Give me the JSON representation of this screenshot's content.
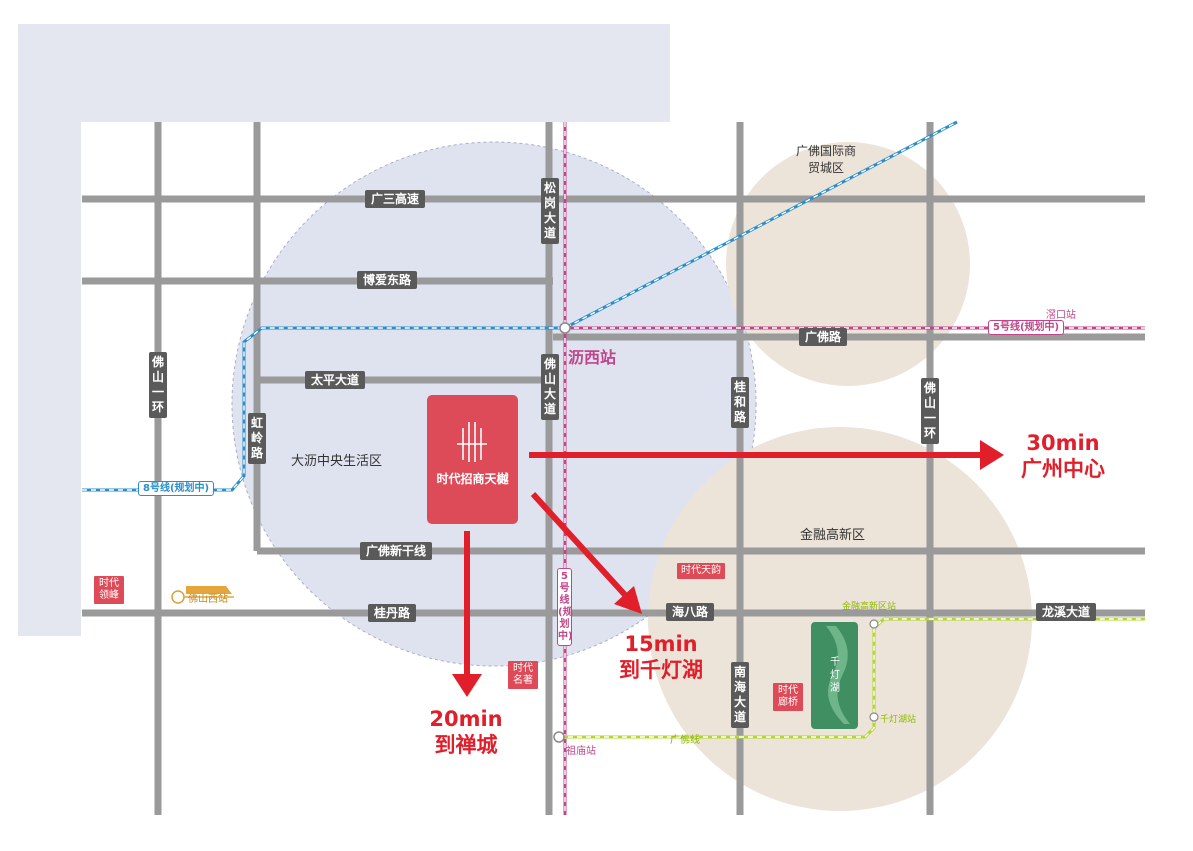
{
  "roads": {
    "guangsan": "广三高速",
    "boai": "博爱东路",
    "taiping": "太平大道",
    "guangfo": "广佛路",
    "guangfo_xin": "广佛新干线",
    "guidan": "桂丹路",
    "haiba": "海八路",
    "longxi": "龙溪大道",
    "songgang": "松岗大道",
    "foshan_dadao": "佛山大道",
    "foshan_yihuan_w": "佛山一环",
    "foshan_yihuan_e": "佛山一环",
    "hongling": "虹岭路",
    "guihe": "桂和路",
    "nanhai": "南海大道"
  },
  "metro": {
    "line8": "8号线(规划中)",
    "line5_e": "5号线(规划中)",
    "line5_s": "5号线(规划中)",
    "guangfo_line": "广佛线",
    "station_lixi": "沥西站",
    "station_kou": "滘口站",
    "station_foshanxi": "佛山西站",
    "station_zumiao": "祖庙站",
    "station_jinrong": "金融高新区站",
    "station_qiandenghu": "千灯湖站"
  },
  "areas": {
    "dali": "大沥中央生活区",
    "guoji": "广佛国际商贸城区",
    "jinrong": "金融高新区",
    "lake": "千灯湖"
  },
  "tags": {
    "lingfeng": "时代领峰",
    "mingzhu": "时代名著",
    "tianyue": "时代天韵",
    "langqiao": "时代廊桥"
  },
  "project": {
    "name": "时代招商天樾"
  },
  "routes": {
    "guangzhou_time": "30min",
    "guangzhou_dest": "广州中心",
    "qiandeng_time": "15min",
    "qiandeng_dest": "到千灯湖",
    "chancheng_time": "20min",
    "chancheng_dest": "到禅城"
  },
  "colors": {
    "road": "#9a9a9a",
    "circle_blue": "#dfe3f0",
    "circle_tan": "#ece3d9",
    "metro_blue": "#2a8fc9",
    "metro_pink": "#c0458a",
    "metro_green": "#b5d630",
    "arrow_red": "#e01f2b",
    "project_red": "#de4b58",
    "lake_green": "#3f8f63"
  }
}
